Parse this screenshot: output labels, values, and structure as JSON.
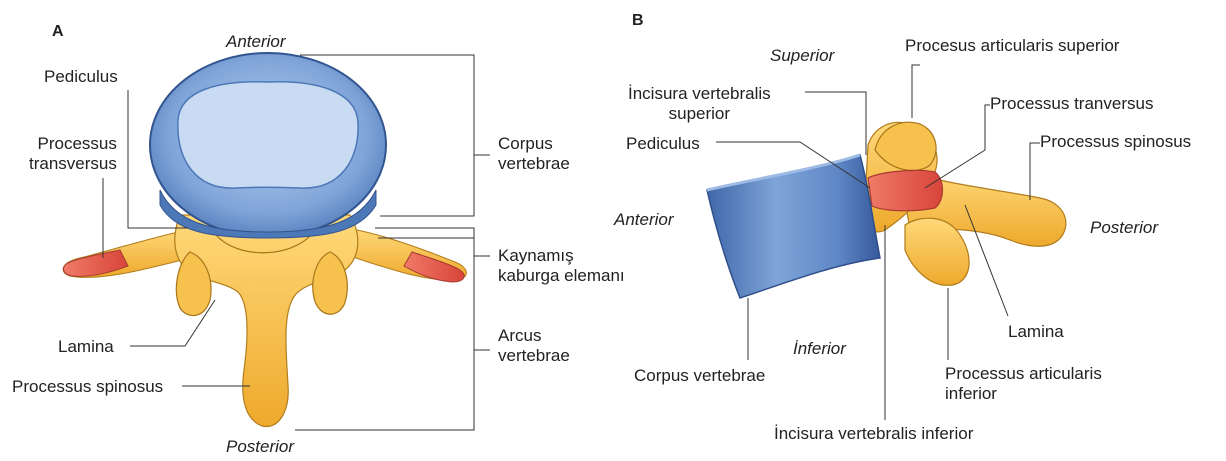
{
  "colors": {
    "body_blue": "#5b86c5",
    "body_blue_light": "#a9c4e6",
    "bone_yellow": "#f3b93b",
    "bone_yellow_light": "#ffd97a",
    "rib_red": "#e2574a",
    "line": "#333333"
  },
  "panel_a": {
    "letter": "A",
    "anterior": "Anterior",
    "posterior": "Posterior",
    "pediculus": "Pediculus",
    "processus_transversus": "Processus\ntransversus",
    "corpus_vertebrae": "Corpus\nvertebrae",
    "kaynamis": "Kaynamış\nkaburga elemanı",
    "arcus_vertebrae": "Arcus\nvertebrae",
    "lamina": "Lamina",
    "processus_spinosus": "Processus spinosus"
  },
  "panel_b": {
    "letter": "B",
    "superior": "Superior",
    "anterior": "Anterior",
    "posterior": "Posterior",
    "inferior": "İnferior",
    "incisura_superior": "İncisura vertebralis\nsuperior",
    "pediculus": "Pediculus",
    "processus_articularis_superior": "Procesus articularis superior",
    "processus_tranversus": "Processus tranversus",
    "processus_spinosus": "Processus spinosus",
    "lamina": "Lamina",
    "processus_articularis_inferior": "Processus articularis\ninferior",
    "corpus_vertebrae": "Corpus vertebrae",
    "incisura_inferior": "İncisura vertebralis inferior"
  }
}
